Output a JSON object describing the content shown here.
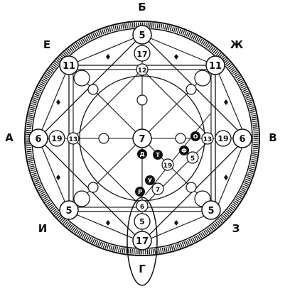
{
  "directions": {
    "top": "Б",
    "top_left": "Е",
    "top_right": "Ж",
    "left": "А",
    "right": "В",
    "bottom_left": "И",
    "bottom_right": "З",
    "bottom": "Г"
  },
  "numbers": {
    "top_outer": "5",
    "top_inner": "17",
    "top_square": "12",
    "top_left": "11",
    "top_right": "11",
    "left_outer": "6",
    "left_inner": "19",
    "left_square": "13",
    "center": "7",
    "right_square": "13",
    "right_inner": "19",
    "right_outer": "6",
    "right_small_a": "5",
    "right_small_b": "19",
    "right_small_c": "7",
    "bottom_left": "5",
    "bottom_right": "5",
    "bottom_square": "6",
    "bottom_inner": "5",
    "bottom_outer": "17"
  },
  "markers": {
    "o": "О",
    "f": "Ф",
    "d": "Д",
    "t": "Т",
    "u": "У",
    "r": "Р"
  }
}
